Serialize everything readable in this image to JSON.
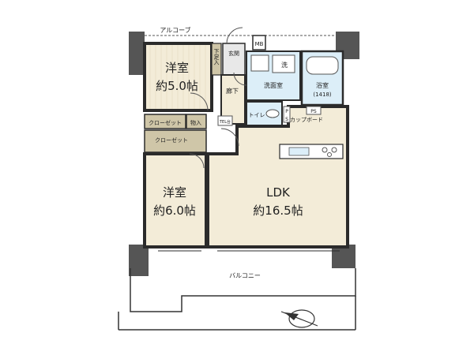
{
  "alcove": "アルコーブ",
  "mb": "MB",
  "genkan": "玄関",
  "geta": "下足入",
  "rouka": "廊下",
  "sen": "洗",
  "senmen": "洗面室",
  "yoku": "浴室",
  "yoku_size": "(1418)",
  "toilet": "トイレ",
  "ps1": "P",
  "ps2": "S",
  "ps3": "PS",
  "cupboard": "カップボード",
  "tel": "TEL台",
  "closet1": "クローゼット",
  "storage": "物入",
  "closet2": "クローゼット",
  "room1_name": "洋室",
  "room1_size": "約5.0帖",
  "room2_name": "洋室",
  "room2_size": "約6.0帖",
  "ldk_name": "LDK",
  "ldk_size": "約16.5帖",
  "balcony": "バルコニー",
  "colors": {
    "wall": "#2b2b2b",
    "floor_wood": "#f3ecd8",
    "floor_room": "#fbf8f0",
    "closet": "#cfc6a8",
    "wet": "#dceef8",
    "concrete": "#555555"
  }
}
